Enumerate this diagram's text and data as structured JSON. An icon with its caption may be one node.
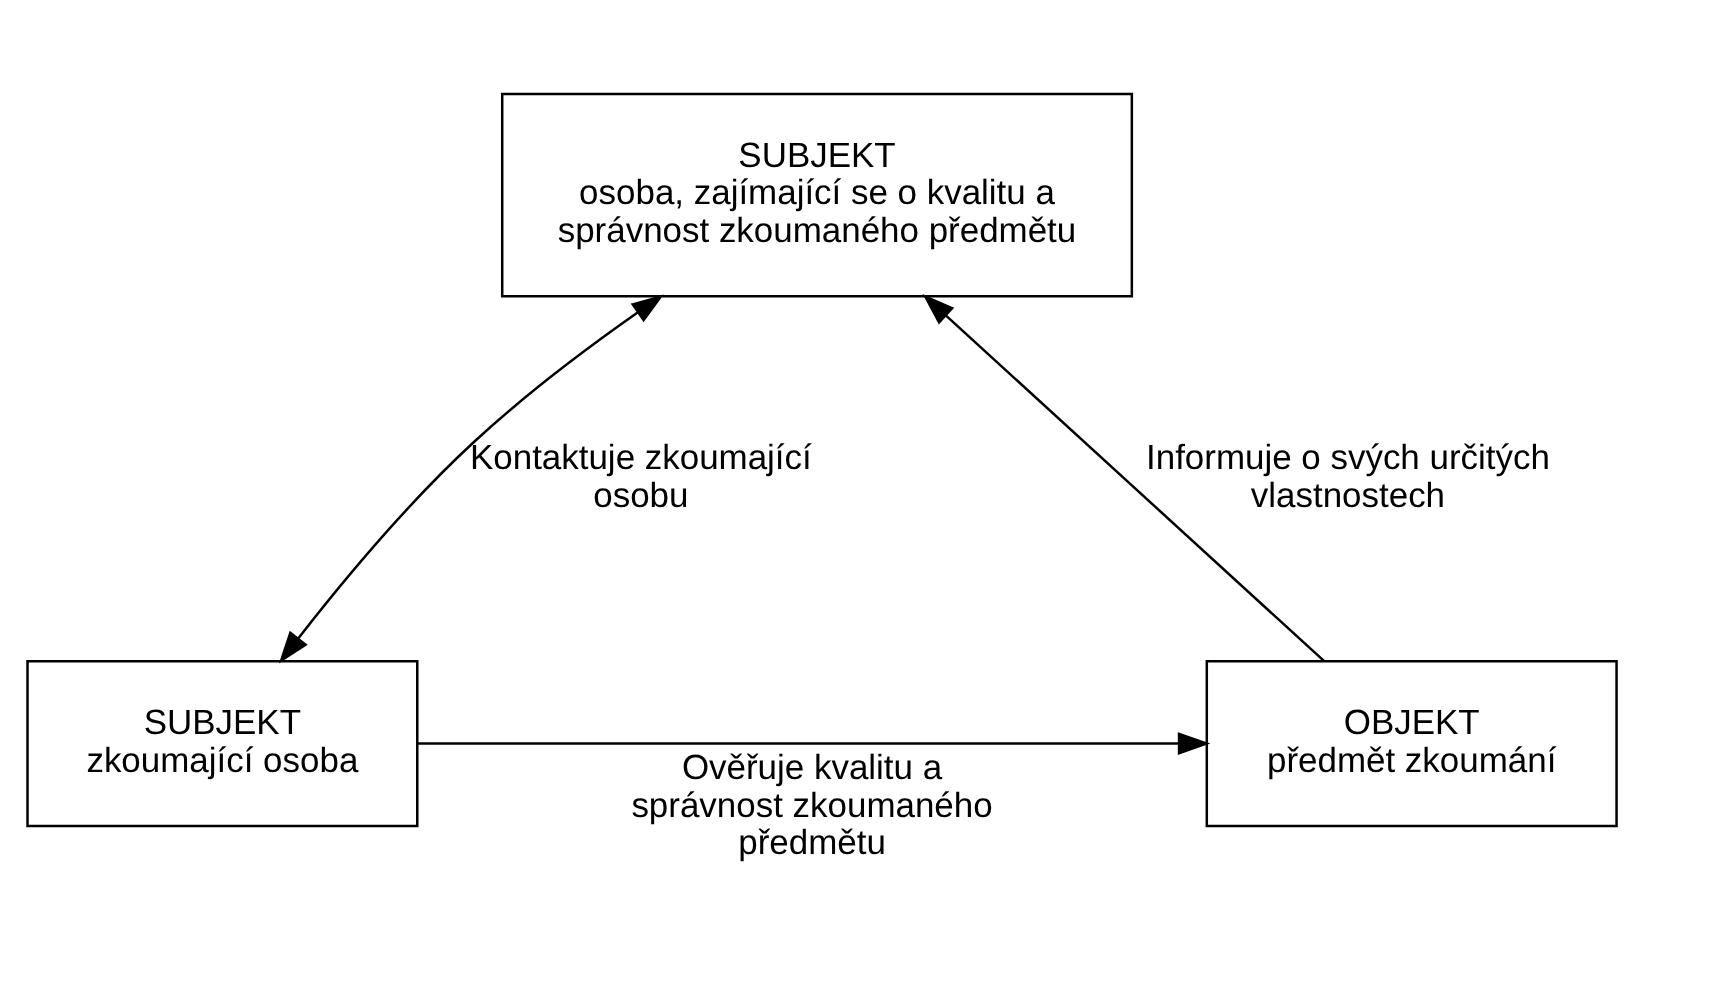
{
  "diagram": {
    "nodes": [
      {
        "text": [
          "SUBJEKT",
          "osoba, zajímající se o kvalitu a správnost zkoumaného předmětu"
        ]
      },
      {
        "text": [
          "SUBJEKT",
          "zkoumající osoba"
        ]
      },
      {
        "text": [
          "OBJEKT",
          "předmět zkoumání"
        ]
      }
    ],
    "edges": [
      {
        "from": 1,
        "to": 0,
        "arrow": "both",
        "label": "Kontaktuje zkoumající osobu"
      },
      {
        "from": 1,
        "to": 2,
        "arrow": "to",
        "label": "Ověřuje kvalitu a správnost zkoumaného předmětu"
      },
      {
        "from": 2,
        "to": 0,
        "arrow": "to",
        "label": "Informuje o svých určitých vlastnostech"
      }
    ]
  }
}
